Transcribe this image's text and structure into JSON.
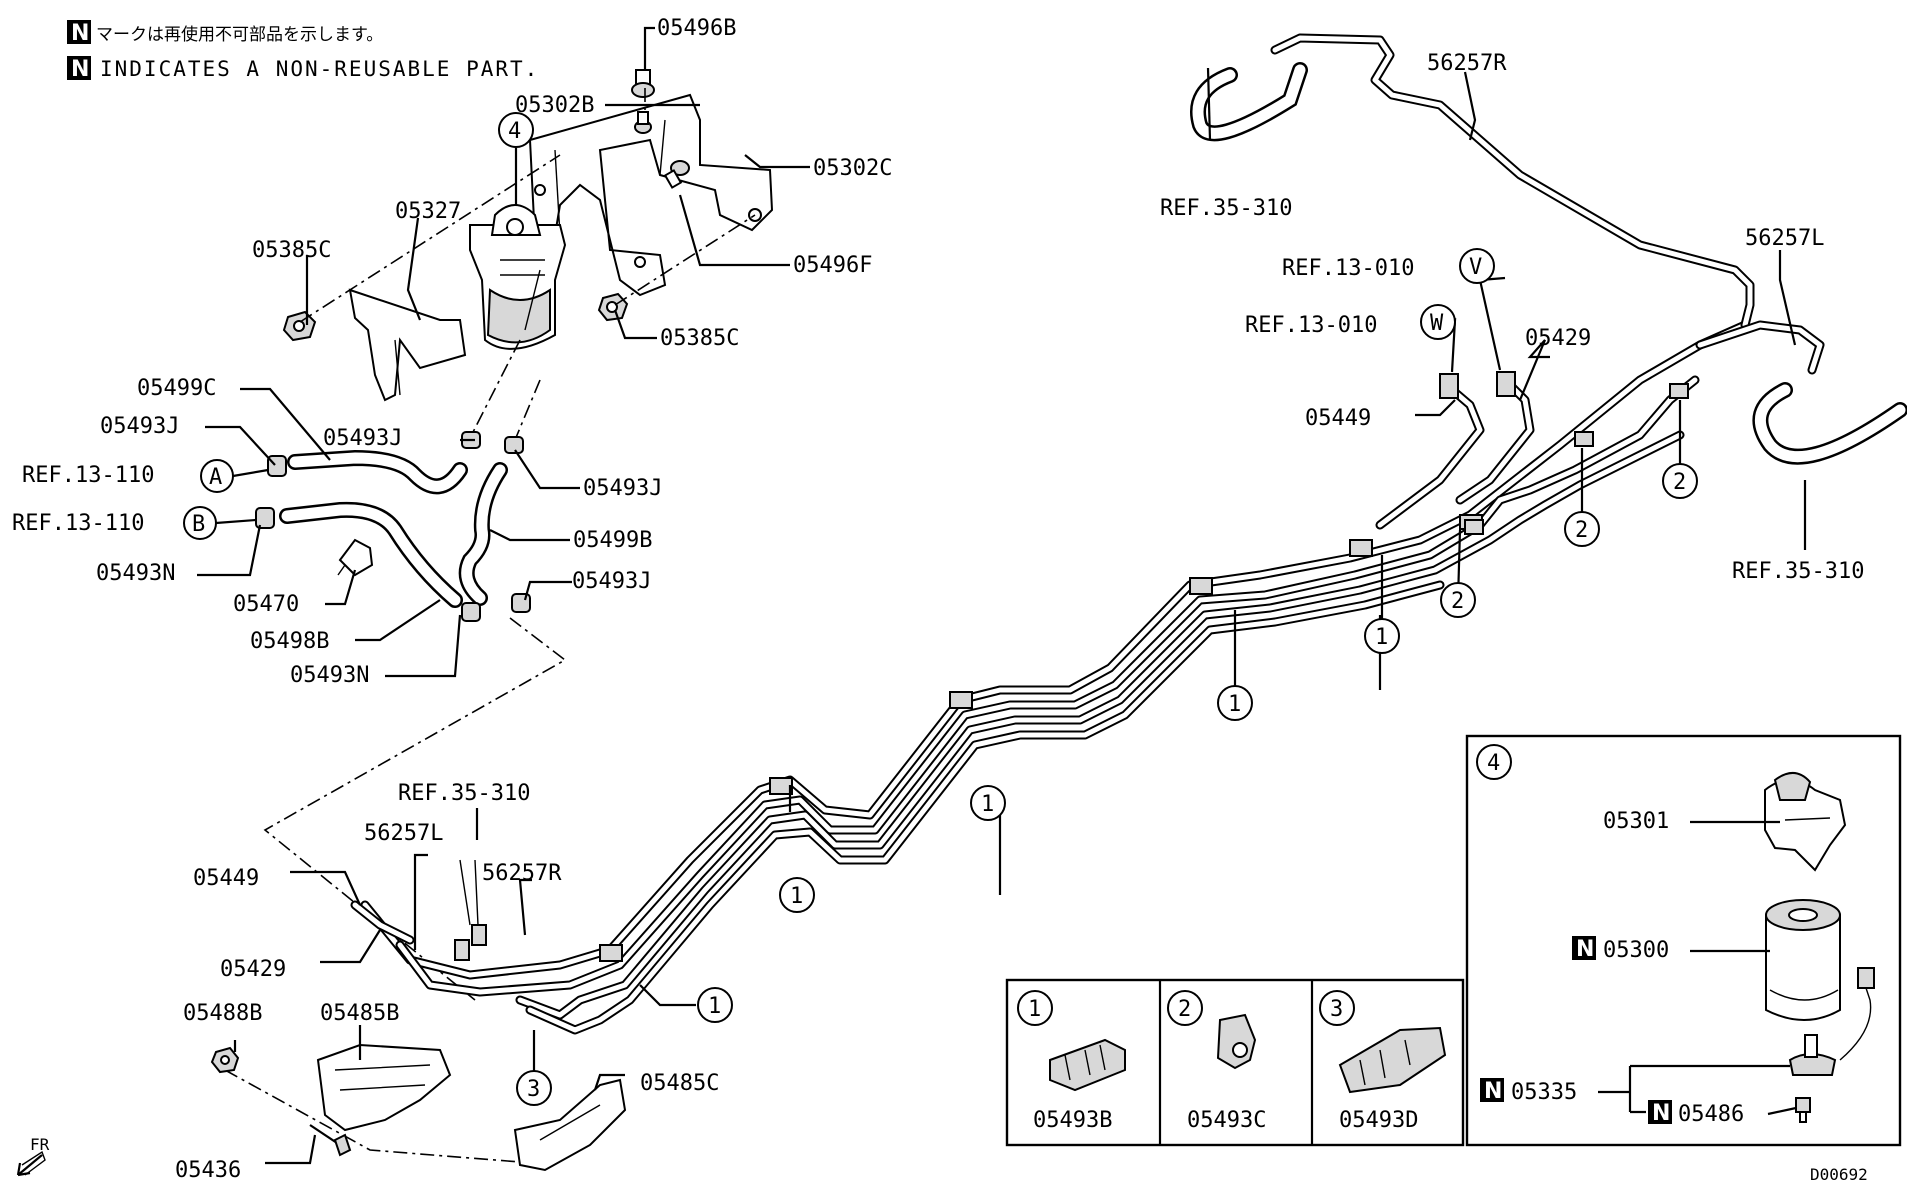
{
  "notes": {
    "jp": "マークは再使用不可部品を示します。",
    "en": "INDICATES A NON-REUSABLE PART.",
    "marker": "N"
  },
  "labels": {
    "p05496B": "05496B",
    "p05302B": "05302B",
    "p05302C": "05302C",
    "p05327": "05327",
    "p05385C_l": "05385C",
    "p05385C_r": "05385C",
    "p05496F": "05496F",
    "p05499C": "05499C",
    "p05493J_a": "05493J",
    "p05493J_b": "05493J",
    "p05493J_c": "05493J",
    "p05493J_d": "05493J",
    "ref13110A": "REF.13-110",
    "ref13110B": "REF.13-110",
    "p05493N_a": "05493N",
    "p05493N_b": "05493N",
    "p05499B": "05499B",
    "p05470": "05470",
    "p05498B": "05498B",
    "p56257R_top": "56257R",
    "p56257L_top": "56257L",
    "ref35310_top": "REF.35-310",
    "ref35310_right": "REF.35-310",
    "ref35310_bottom": "REF.35-310",
    "ref13010V": "REF.13-010",
    "ref13010W": "REF.13-010",
    "p05429_top": "05429",
    "p05449_top": "05449",
    "p56257L_bot": "56257L",
    "p56257R_bot": "56257R",
    "p05449_bot": "05449",
    "p05429_bot": "05429",
    "p05488B": "05488B",
    "p05485B": "05485B",
    "p05485C": "05485C",
    "p05436": "05436",
    "fr": "FR",
    "drawing_no": "D00692"
  },
  "callouts": {
    "A": "A",
    "B": "B",
    "V": "V",
    "W": "W",
    "c1": "1",
    "c2": "2",
    "c3": "3",
    "c4": "4"
  },
  "legend": {
    "cells": [
      {
        "num": "1",
        "part": "05493B"
      },
      {
        "num": "2",
        "part": "05493C"
      },
      {
        "num": "3",
        "part": "05493D"
      }
    ]
  },
  "detail4": {
    "num": "4",
    "parts": {
      "p05301": "05301",
      "p05300": "05300",
      "p05335": "05335",
      "p05486": "05486"
    }
  }
}
